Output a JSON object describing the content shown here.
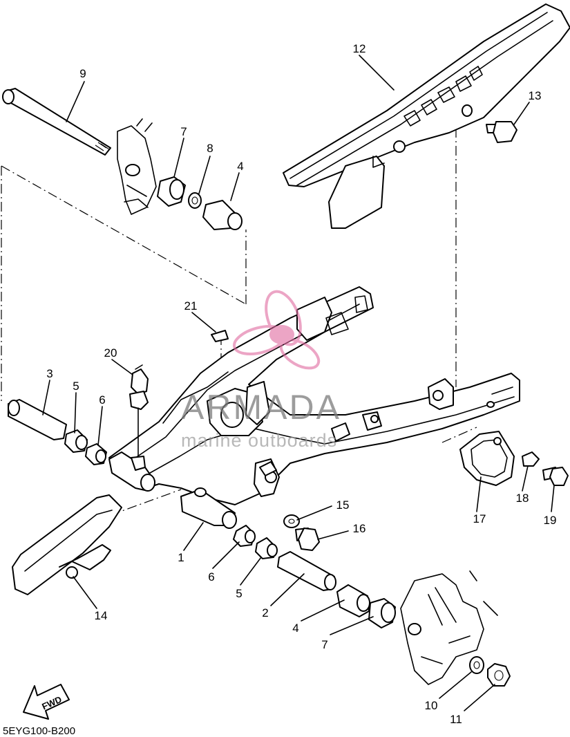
{
  "diagram": {
    "callouts": [
      {
        "id": "c1",
        "text": "1"
      },
      {
        "id": "c2",
        "text": "2"
      },
      {
        "id": "c3",
        "text": "3"
      },
      {
        "id": "c4a",
        "text": "4"
      },
      {
        "id": "c4b",
        "text": "4"
      },
      {
        "id": "c5a",
        "text": "5"
      },
      {
        "id": "c5b",
        "text": "5"
      },
      {
        "id": "c6a",
        "text": "6"
      },
      {
        "id": "c6b",
        "text": "6"
      },
      {
        "id": "c7a",
        "text": "7"
      },
      {
        "id": "c7b",
        "text": "7"
      },
      {
        "id": "c8",
        "text": "8"
      },
      {
        "id": "c9",
        "text": "9"
      },
      {
        "id": "c10",
        "text": "10"
      },
      {
        "id": "c11",
        "text": "11"
      },
      {
        "id": "c12",
        "text": "12"
      },
      {
        "id": "c13",
        "text": "13"
      },
      {
        "id": "c14",
        "text": "14"
      },
      {
        "id": "c15",
        "text": "15"
      },
      {
        "id": "c16",
        "text": "16"
      },
      {
        "id": "c17",
        "text": "17"
      },
      {
        "id": "c18",
        "text": "18"
      },
      {
        "id": "c19",
        "text": "19"
      },
      {
        "id": "c20",
        "text": "20"
      },
      {
        "id": "c21",
        "text": "21"
      }
    ],
    "fwd_arrow_label": "FWD",
    "drawing_code": "5EYG100-B200"
  },
  "watermark": {
    "brand": "ARMADA",
    "tagline": "marine outboards",
    "logo_color": "#e06aa0"
  }
}
